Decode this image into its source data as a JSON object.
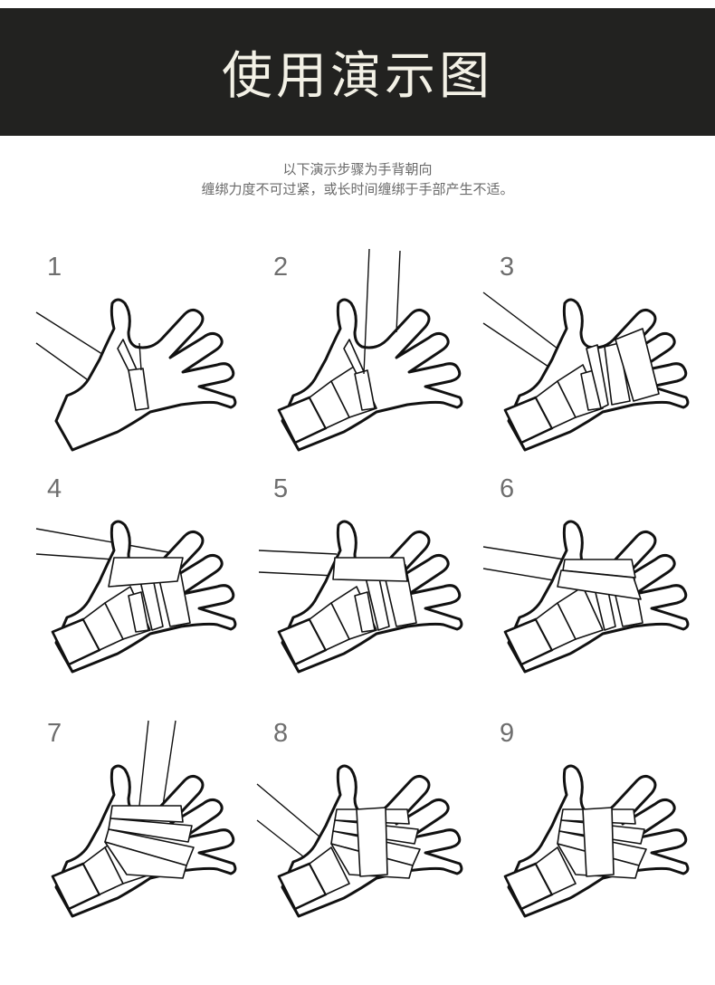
{
  "header": {
    "title": "使用演示图",
    "background": "#222220",
    "text_color": "#f3f1e6"
  },
  "intro": {
    "line1": "以下演示步骤为手背朝向",
    "line2": "缠绑力度不可过紧，或长时间缠绑于手部产生不适。"
  },
  "steps": [
    {
      "number": "1",
      "description": "hand-wrap-step-1"
    },
    {
      "number": "2",
      "description": "hand-wrap-step-2"
    },
    {
      "number": "3",
      "description": "hand-wrap-step-3"
    },
    {
      "number": "4",
      "description": "hand-wrap-step-4"
    },
    {
      "number": "5",
      "description": "hand-wrap-step-5"
    },
    {
      "number": "6",
      "description": "hand-wrap-step-6"
    },
    {
      "number": "7",
      "description": "hand-wrap-step-7"
    },
    {
      "number": "8",
      "description": "hand-wrap-step-8"
    },
    {
      "number": "9",
      "description": "hand-wrap-step-9"
    }
  ]
}
